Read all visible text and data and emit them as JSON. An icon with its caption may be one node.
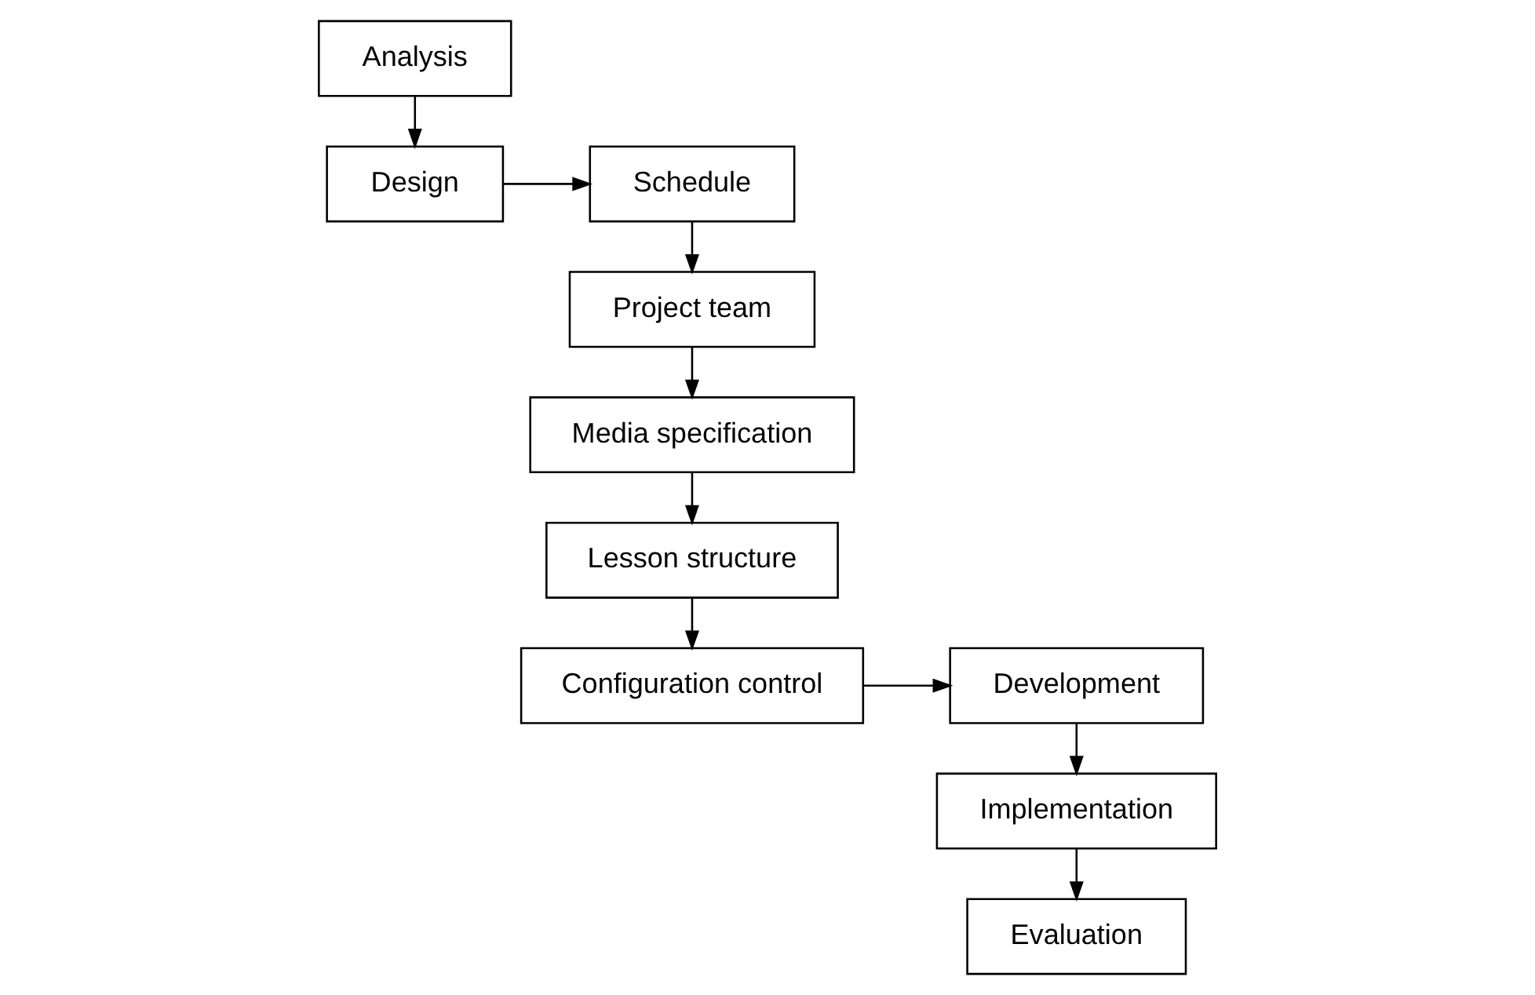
{
  "diagram": {
    "nodes": [
      {
        "text": [
          "Analysis"
        ]
      },
      {
        "text": [
          "Design"
        ]
      },
      {
        "text": [
          "Schedule"
        ]
      },
      {
        "text": [
          "Project team"
        ]
      },
      {
        "text": [
          "Media specification"
        ]
      },
      {
        "text": [
          "Lesson structure"
        ]
      },
      {
        "text": [
          "Configuration control"
        ]
      },
      {
        "text": [
          "Development"
        ]
      },
      {
        "text": [
          "Implementation"
        ]
      },
      {
        "text": [
          "Evaluation"
        ]
      }
    ],
    "edges": [
      {
        "from": 0,
        "to": 1,
        "arrow": "to"
      },
      {
        "from": 1,
        "to": 2,
        "arrow": "to"
      },
      {
        "from": 2,
        "to": 3,
        "arrow": "to"
      },
      {
        "from": 3,
        "to": 4,
        "arrow": "to"
      },
      {
        "from": 4,
        "to": 5,
        "arrow": "to"
      },
      {
        "from": 5,
        "to": 6,
        "arrow": "to"
      },
      {
        "from": 6,
        "to": 7,
        "arrow": "to"
      },
      {
        "from": 7,
        "to": 8,
        "arrow": "to"
      },
      {
        "from": 8,
        "to": 9,
        "arrow": "to"
      }
    ]
  }
}
